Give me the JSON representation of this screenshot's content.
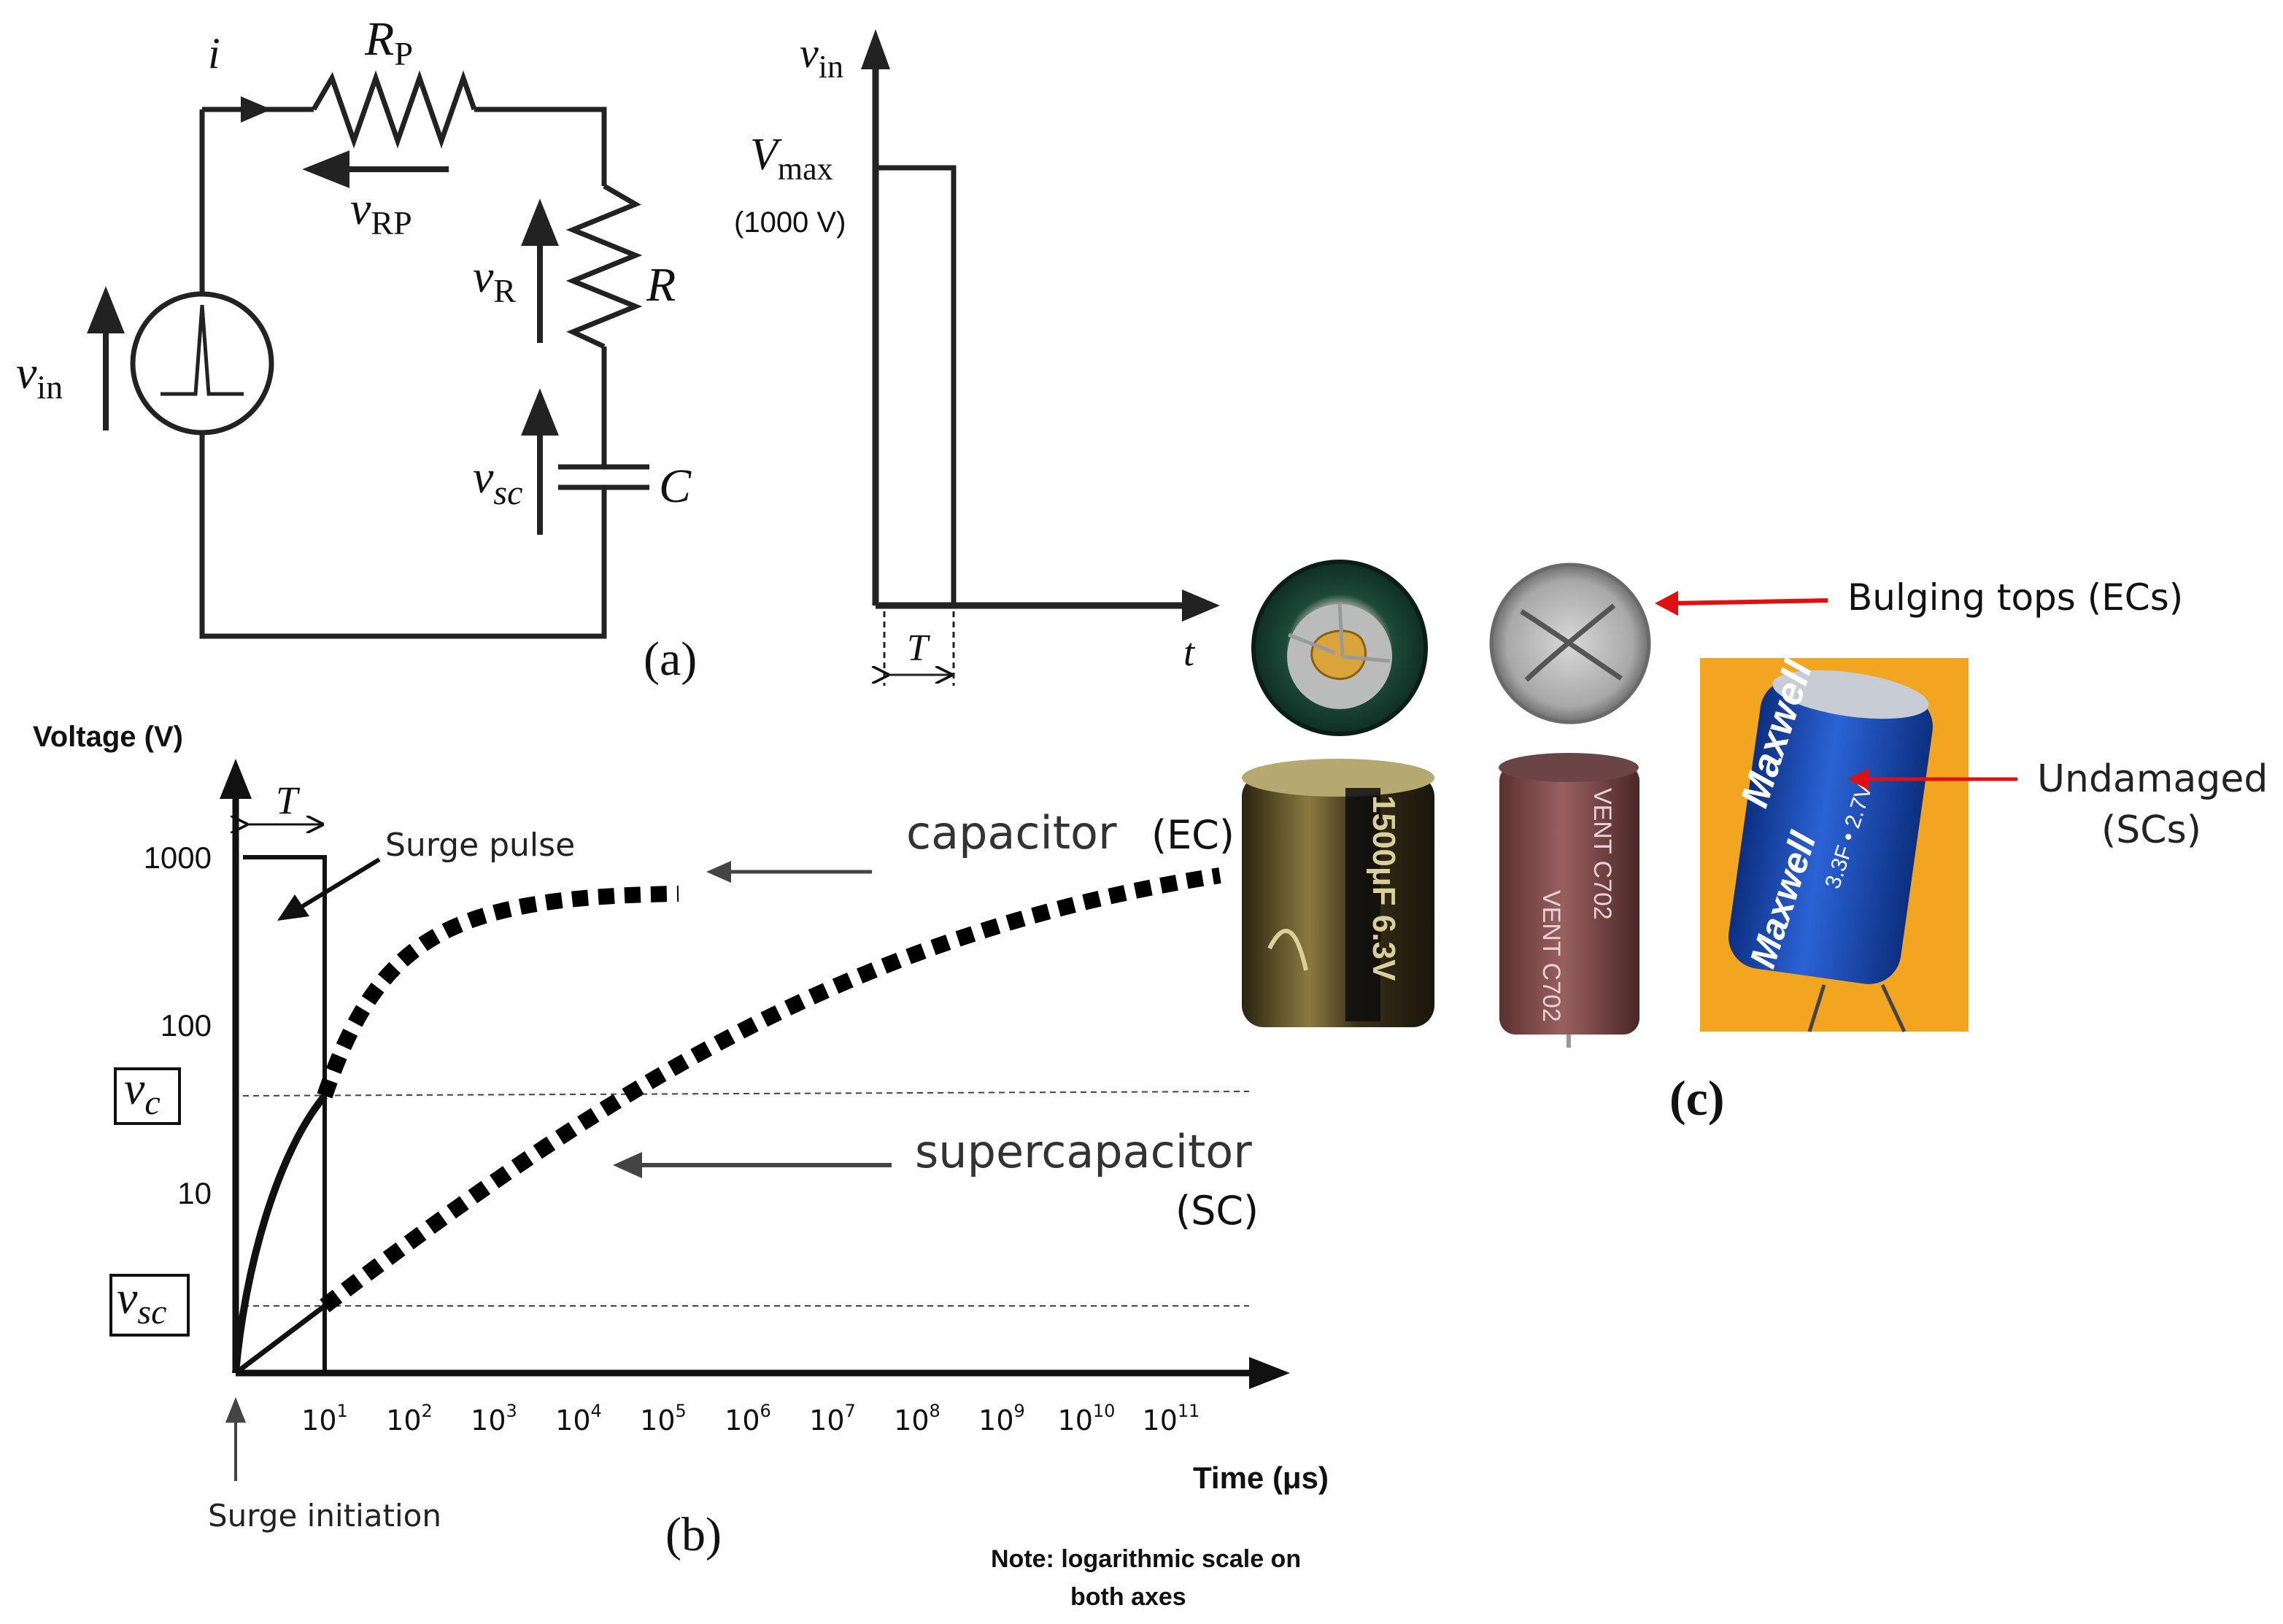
{
  "circuit": {
    "i": "i",
    "Rp": {
      "main": "R",
      "sub": "P"
    },
    "vRP": {
      "main": "v",
      "sub": "RP"
    },
    "vR": {
      "main": "v",
      "sub": "R"
    },
    "R": "R",
    "vsc": {
      "main": "v",
      "sub": "sc"
    },
    "C": "C",
    "vin": {
      "main": "v",
      "sub": "in"
    },
    "panel": "(a)"
  },
  "pulse": {
    "vin": {
      "main": "v",
      "sub": "in"
    },
    "vmax": {
      "main": "V",
      "sub": "max"
    },
    "vmax_value": "(1000 V)",
    "T": "T",
    "t": "t"
  },
  "chart_data": {
    "type": "line",
    "ylabel": "Voltage (V)",
    "xlabel": "Time (μs)",
    "yscale": "log",
    "xscale": "log",
    "yticks": [
      "1000",
      "100",
      "10"
    ],
    "xticks": [
      {
        "base": "10",
        "exp": "1"
      },
      {
        "base": "10",
        "exp": "2"
      },
      {
        "base": "10",
        "exp": "3"
      },
      {
        "base": "10",
        "exp": "4"
      },
      {
        "base": "10",
        "exp": "5"
      },
      {
        "base": "10",
        "exp": "6"
      },
      {
        "base": "10",
        "exp": "7"
      },
      {
        "base": "10",
        "exp": "8"
      },
      {
        "base": "10",
        "exp": "9"
      },
      {
        "base": "10",
        "exp": "10"
      },
      {
        "base": "10",
        "exp": "11"
      }
    ],
    "pulse": {
      "amplitude": 1000,
      "duration_label": "T",
      "label": "Surge pulse"
    },
    "markers": {
      "vc": {
        "main": "v",
        "sub": "c"
      },
      "vsc": {
        "main": "v",
        "sub": "sc"
      }
    },
    "series": [
      {
        "name": "capacitor (EC)",
        "line1": "capacitor",
        "line2": "(EC)"
      },
      {
        "name": "supercapacitor (SC)",
        "line1": "supercapacitor",
        "line2": "(SC)"
      }
    ],
    "annotation_initiation": "Surge initiation",
    "panel": "(b)",
    "note_line1": "Note: logarithmic scale on",
    "note_line2": "both axes"
  },
  "photos": {
    "bulging_label": "Bulging tops (ECs)",
    "undamaged_label_1": "Undamaged",
    "undamaged_label_2": "(SCs)",
    "panel": "(c)",
    "ec1_sleeve": "1500μF 6.3V",
    "ec2_sleeve": "VENT C702",
    "sc_brand": "Maxwell",
    "sc_spec": "3.3F • 2.7V",
    "arrow_color": "#e01010",
    "sc_color": "#1a4fb8",
    "background_color": "#f2a521"
  }
}
